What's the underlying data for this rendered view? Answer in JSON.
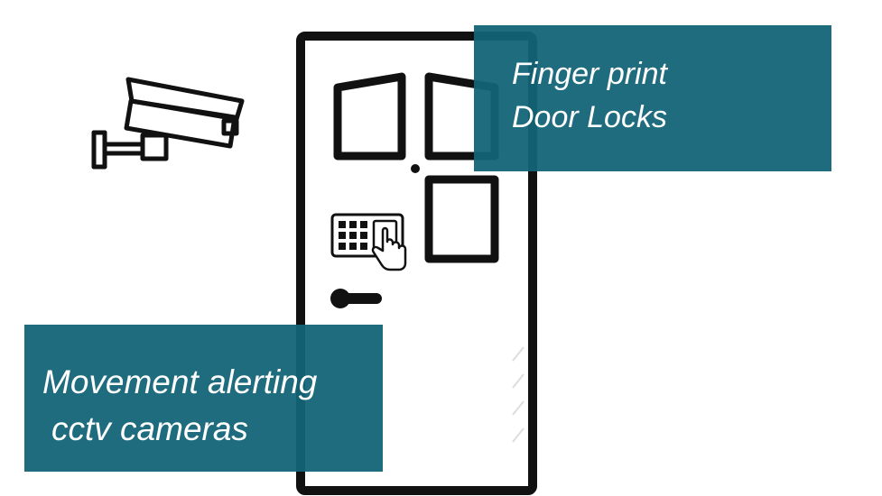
{
  "callouts": {
    "fingerprint": {
      "line1": "Finger print",
      "line2": "Door Locks"
    },
    "cctv": {
      "line1": "Movement alerting",
      "line2": "cctv cameras"
    }
  },
  "colors": {
    "callout_bg": "#14647a",
    "callout_text": "#ffffff",
    "line_art": "#111111"
  },
  "icons": {
    "door": "door-icon",
    "camera": "cctv-camera-icon",
    "keypad": "fingerprint-keypad-icon",
    "handle": "door-handle-icon"
  }
}
